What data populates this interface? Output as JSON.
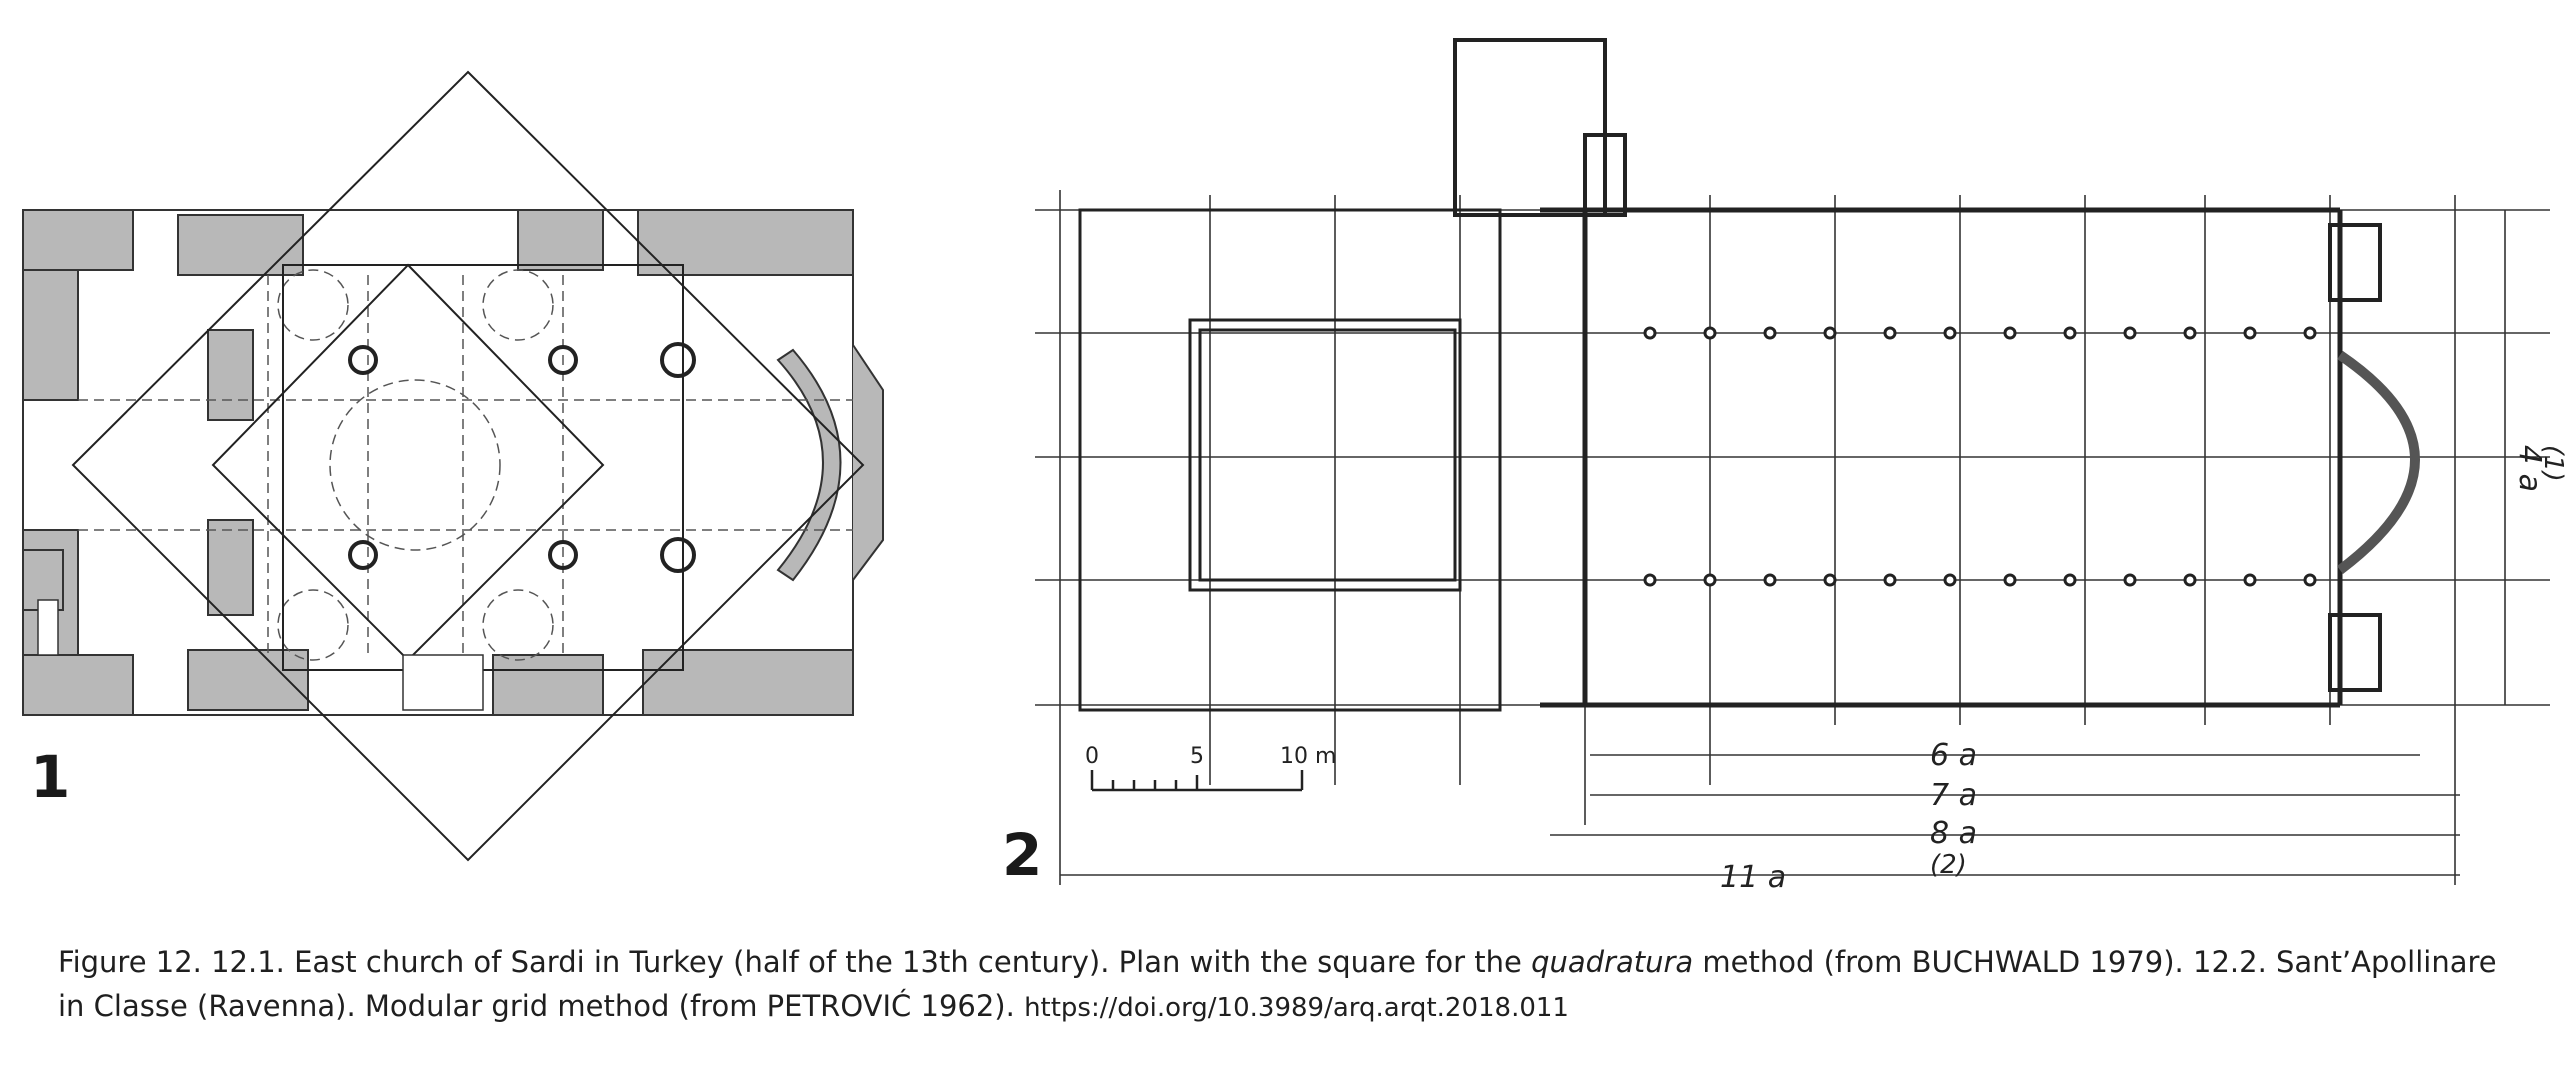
{
  "figure": {
    "panel_1_number": "1",
    "panel_2_number": "2",
    "scale_labels": [
      "0",
      "5",
      "10 m"
    ],
    "dimension_labels": {
      "six_a": "6 a",
      "seven_a": "7 a",
      "eight_a": "8 a",
      "two_paren": "(2)",
      "eleven_a": "11 a",
      "four_a": "4 a",
      "one_paren": "(1)"
    }
  },
  "caption": {
    "text_before_italic": "Figure 12. 12.1. East church of Sardi in Turkey (half of the 13th century). Plan with the square for the ",
    "italic_term": "quadratura",
    "text_after_italic": " method (from BUCHWALD 1979). 12.2. Sant’Apollinare in Classe (Ravenna). Modular grid method (from PETROVIĆ 1962). ",
    "doi": "https://doi.org/10.3989/arq.arqt.2018.011"
  }
}
